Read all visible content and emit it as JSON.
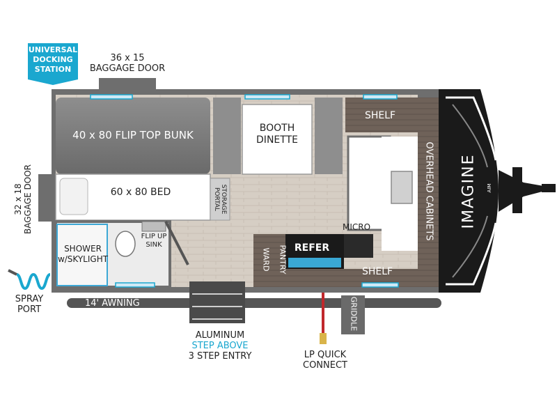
{
  "badge": {
    "line1": "UNIVERSAL",
    "line2": "DOCKING",
    "line3": "STATION",
    "color": "#1aa7cf"
  },
  "labels": {
    "baggage_door_top": {
      "size": "36 x 15",
      "name": "BAGGAGE DOOR"
    },
    "baggage_door_side": {
      "size": "32 x 18",
      "name": "BAGGAGE DOOR"
    },
    "spray_port": {
      "line1": "SPRAY",
      "line2": "PORT"
    },
    "awning": "14' AWNING",
    "entry": {
      "line1": "ALUMINUM",
      "line2": "STEP ABOVE",
      "line3": "3 STEP ENTRY"
    },
    "lp": {
      "line1": "LP QUICK",
      "line2": "CONNECT"
    },
    "griddle": "GRIDDLE"
  },
  "rooms": {
    "bunk": "40 x 80 FLIP TOP BUNK",
    "bed": "60 x 80 BED",
    "booth": {
      "line1": "BOOTH",
      "line2": "DINETTE"
    },
    "shelf_top": "SHELF",
    "shelf_bottom": "SHELF",
    "overhead": "OVERHEAD CABINETS",
    "storage": {
      "line1": "STORAGE",
      "line2": "PORTAL"
    },
    "shower": {
      "line1": "SHOWER",
      "line2": "w/SKYLIGHT"
    },
    "sink": {
      "line1": "FLIP UP",
      "line2": "SINK"
    },
    "micro": "MICRO",
    "refer": "REFER",
    "pantry": "PANTRY",
    "ward": "WARD"
  },
  "brand": {
    "name": "IMAGINE",
    "sub": "AIM"
  },
  "colors": {
    "wall": "#6e6e6e",
    "floor": "#d4ccc1",
    "accent": "#1aa7cf",
    "cabinet": "#6f6259",
    "dark": "#1a1a1a",
    "lp_line": "#c0282c"
  }
}
